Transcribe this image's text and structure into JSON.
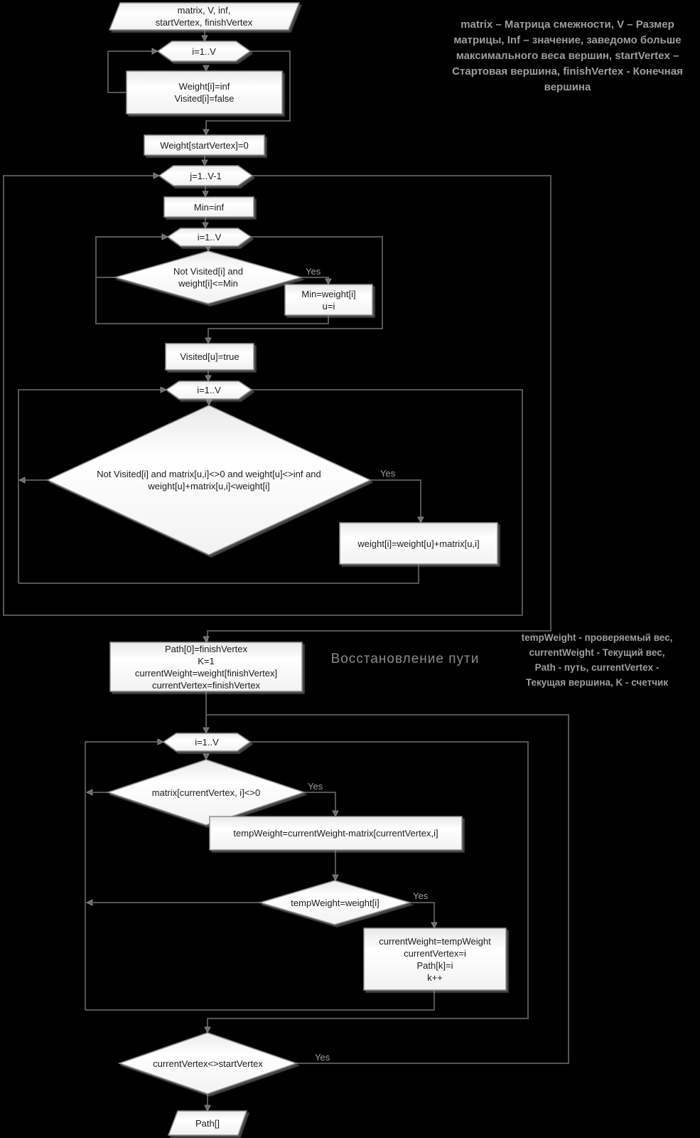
{
  "annotations": {
    "top_right": "matrix – Матрица смежности, V – Размер\nматрицы, Inf – значение, заведомо больше\nмаксимального веса вершин, startVertex –\nСтартовая вершина, finishVertex - Конечная\nвершина",
    "section_title": "Восстановление пути",
    "mid_right": "tempWeight - проверяемый вес,\ncurrentWeight - Текущий вес,\nPath - путь, currentVertex -\nТекущая вершина, K - счетчик",
    "yes_label": "Yes"
  },
  "nodes": {
    "input": "matrix, V, inf,\nstartVertex, finishVertex",
    "loop_i_init": "i=1..V",
    "init_arrays": "Weight[i]=inf\nVisited[i]=false",
    "set_start_weight": "Weight[startVertex]=0",
    "loop_j": "j=1..V-1",
    "min_inf": "Min=inf",
    "loop_i_find_min": "i=1..V",
    "check_min": "Not Visited[i] and\nweight[i]<=Min",
    "set_min": "Min=weight[i]\nu=i",
    "mark_visited": "Visited[u]=true",
    "loop_i_relax": "i=1..V",
    "check_relax": "Not Visited[i] and matrix[u,i]<>0 and weight[u]<>inf and\nweight[u]+matrix[u,i]<weight[i]",
    "relax": "weight[i]=weight[u]+matrix[u,i]",
    "path_init": "Path[0]=finishVertex\nK=1\ncurrentWeight=weight[finishVertex]\ncurrentVertex=finishVertex",
    "loop_i_path": "i=1..V",
    "check_edge": "matrix[currentVertex, i]<>0",
    "temp_weight": "tempWeight=currentWeight-matrix[currentVertex,i]",
    "check_temp": "tempWeight=weight[i]",
    "update_current": "currentWeight=tempWeight\ncurrentVertex=i\nPath[k]=i\nk++",
    "check_reached_start": "currentVertex<>startVertex",
    "output_path": "Path[]"
  }
}
